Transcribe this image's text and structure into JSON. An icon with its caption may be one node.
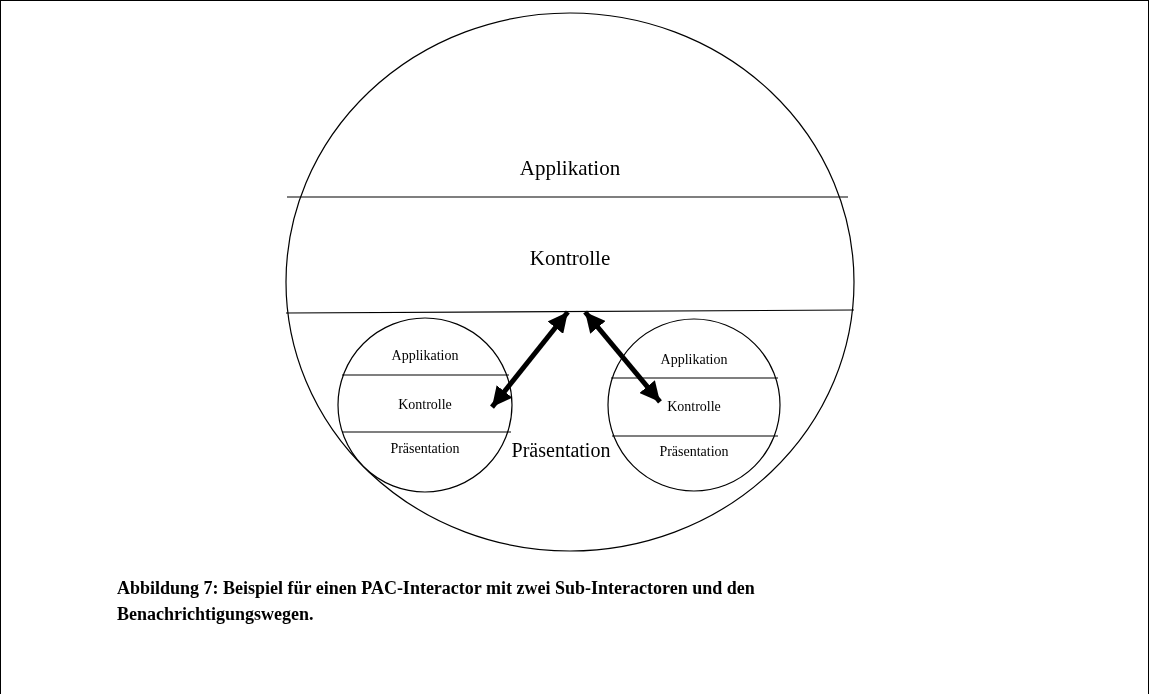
{
  "diagram": {
    "caption": "Abbildung 7: Beispiel für einen PAC-Interactor mit zwei Sub-Interactoren und den Benachrichtigungswegen.",
    "nodes": [
      {
        "text": [],
        "shape": "ellipse"
      },
      {
        "text": [
          "Applikation"
        ],
        "in": 0
      },
      {
        "text": [
          "Kontrolle"
        ],
        "in": 0
      },
      {
        "text": [
          "Präsentation"
        ],
        "in": 0
      },
      {
        "text": [],
        "shape": "circle",
        "in": 3
      },
      {
        "text": [
          "Applikation"
        ],
        "in": 4
      },
      {
        "text": [
          "Kontrolle"
        ],
        "in": 4
      },
      {
        "text": [
          "Präsentation"
        ],
        "in": 4
      },
      {
        "text": [],
        "shape": "circle",
        "in": 3
      },
      {
        "text": [
          "Applikation"
        ],
        "in": 8
      },
      {
        "text": [
          "Kontrolle"
        ],
        "in": 8
      },
      {
        "text": [
          "Präsentation"
        ],
        "in": 8
      }
    ],
    "edges": [
      {
        "from": 2,
        "to": 6,
        "arrow": "both"
      },
      {
        "from": 2,
        "to": 10,
        "arrow": "both"
      }
    ]
  }
}
